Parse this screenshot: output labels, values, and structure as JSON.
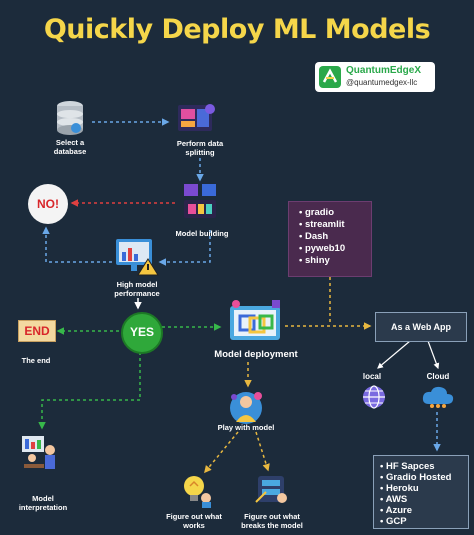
{
  "title": "Quickly Deploy ML Models",
  "brand": {
    "name": "QuantumEdgeX",
    "handle": "@quantumedgex-llc"
  },
  "nodes": {
    "select_database": "Select a database",
    "data_splitting": "Perform data splitting",
    "model_building": "Model building",
    "high_model_performance": "High model performance",
    "no": "NO!",
    "yes": "YES",
    "the_end_sign": "END",
    "the_end": "The end",
    "model_deployment": "Model deployment",
    "model_interpretation": "Model interpretation",
    "play_with_model": "Play with model",
    "figure_out_works": "Figure out what works",
    "figure_out_breaks": "Figure out what breaks the model",
    "as_web_app": "As a Web App",
    "local": "local",
    "cloud": "Cloud"
  },
  "tools": [
    "gradio",
    "streamlit",
    "Dash",
    "pyweb10",
    "shiny"
  ],
  "cloud_platforms": [
    "HF Sapces",
    "Gradio Hosted",
    "Heroku",
    "AWS",
    "Azure",
    "GCP"
  ],
  "colors": {
    "title": "#f5d64a",
    "background": "#1c2b3b",
    "arrow_blue": "#6aa8e8",
    "arrow_red": "#e04040",
    "arrow_green": "#37b84a",
    "arrow_yellow": "#e8b840"
  }
}
